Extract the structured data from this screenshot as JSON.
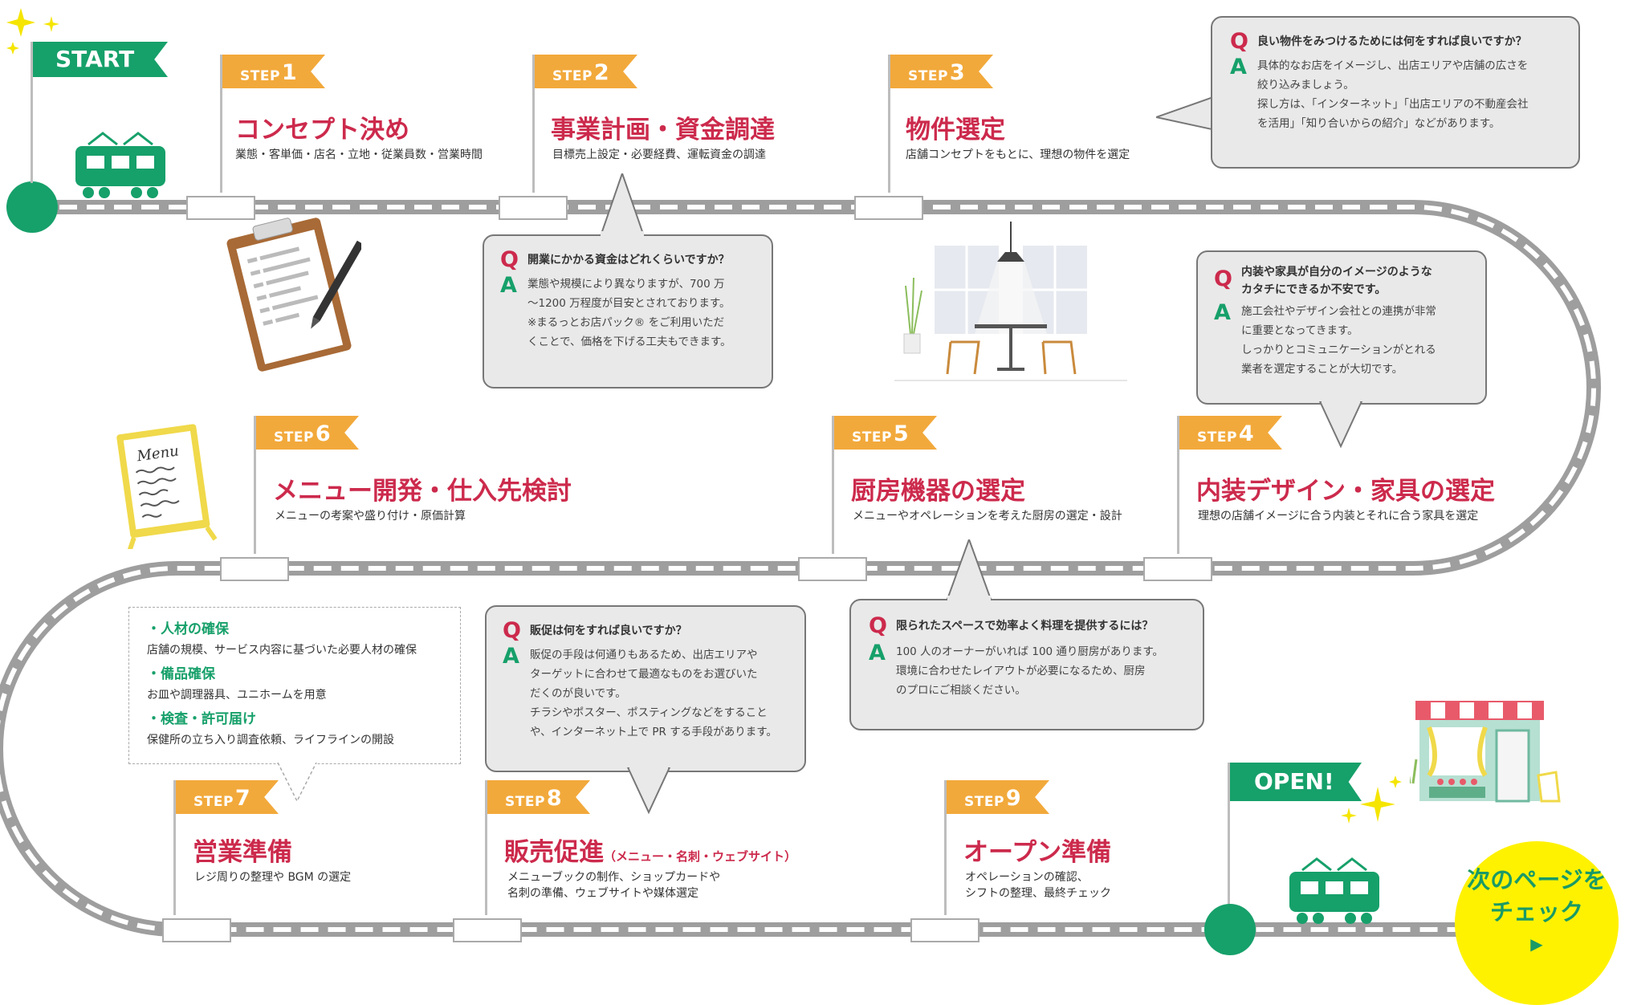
{
  "start_label": "START",
  "open_label": "OPEN!",
  "steps": [
    {
      "step_word": "STEP",
      "num": "1",
      "title": "コンセプト決め",
      "desc": "業態・客単価・店名・立地・従業員数・営業時間"
    },
    {
      "step_word": "STEP",
      "num": "2",
      "title": "事業計画・資金調達",
      "desc": "目標売上設定・必要経費、運転資金の調達"
    },
    {
      "step_word": "STEP",
      "num": "3",
      "title": "物件選定",
      "desc": "店舗コンセプトをもとに、理想の物件を選定"
    },
    {
      "step_word": "STEP",
      "num": "4",
      "title": "内装デザイン・家具の選定",
      "desc": "理想の店舗イメージに合う内装とそれに合う家具を選定"
    },
    {
      "step_word": "STEP",
      "num": "5",
      "title": "厨房機器の選定",
      "desc": "メニューやオペレーションを考えた厨房の選定・設計"
    },
    {
      "step_word": "STEP",
      "num": "6",
      "title": "メニュー開発・仕入先検討",
      "desc": "メニューの考案や盛り付け・原価計算"
    },
    {
      "step_word": "STEP",
      "num": "7",
      "title": "営業準備",
      "desc": "レジ周りの整理や BGM の選定"
    },
    {
      "step_word": "STEP",
      "num": "8",
      "title": "販売促進",
      "title_sub": "（メニュー・名刺・ウェブサイト）",
      "desc1": "メニューブックの制作、ショップカードや",
      "desc2": "名刺の準備、ウェブサイトや媒体選定"
    },
    {
      "step_word": "STEP",
      "num": "9",
      "title": "オープン準備",
      "desc1": "オペレーションの確認、",
      "desc2": "シフトの整理、最終チェック"
    }
  ],
  "qa": [
    {
      "q": "良い物件をみつけるためには何をすれば良いですか？",
      "a": [
        "具体的なお店をイメージし、出店エリアや店舗の広さを",
        "絞り込みましょう。",
        "探し方は、「インターネット」「出店エリアの不動産会社",
        "を活用」「知り合いからの紹介」などがあります。"
      ]
    },
    {
      "q": "開業にかかる資金はどれくらいですか？",
      "a": [
        "業態や規模により異なりますが、700 万",
        "～1200 万程度が目安とされております。",
        "※まるっとお店パック® をご利用いただ",
        "くことで、価格を下げる工夫もできます。"
      ]
    },
    {
      "q1": "内装や家具が自分のイメージのような",
      "q2": "カタチにできるか不安です。",
      "a": [
        "施工会社やデザイン会社との連携が非常",
        "に重要となってきます。",
        "しっかりとコミュニケーションがとれる",
        "業者を選定することが大切です。"
      ]
    },
    {
      "q": "限られたスペースで効率よく料理を提供するには？",
      "a": [
        "100 人のオーナーがいれば 100 通り厨房があります。",
        "環境に合わせたレイアウトが必要になるため、厨房",
        "のプロにご相談ください。"
      ]
    },
    {
      "q": "販促は何をすれば良いですか？",
      "a": [
        "販促の手段は何通りもあるため、出店エリアや",
        "ターゲットに合わせて最適なものをお選びいた",
        "だくのが良いです。",
        "チラシやポスター、ポスティングなどをすること",
        "や、インターネット上で PR する手段があります。"
      ]
    }
  ],
  "q_mark": "Q",
  "a_mark": "A",
  "prep": [
    {
      "h": "・人材の確保",
      "t": "店舗の規模、サービス内容に基づいた必要人材の確保"
    },
    {
      "h": "・備品確保",
      "t": "お皿や調理器具、ユニホームを用意"
    },
    {
      "h": "・検査・許可届け",
      "t": "保健所の立ち入り調査依頼、ライフラインの開設"
    }
  ],
  "next_button": {
    "line1": "次のページを",
    "line2": "チェック",
    "arrow": "▶"
  },
  "menu_board_text": "Menu",
  "colors": {
    "red": "#cc2a4c",
    "green": "#16a06a",
    "orange": "#f2a93b",
    "yellow": "#fff200",
    "track": "#9e9e9e"
  }
}
